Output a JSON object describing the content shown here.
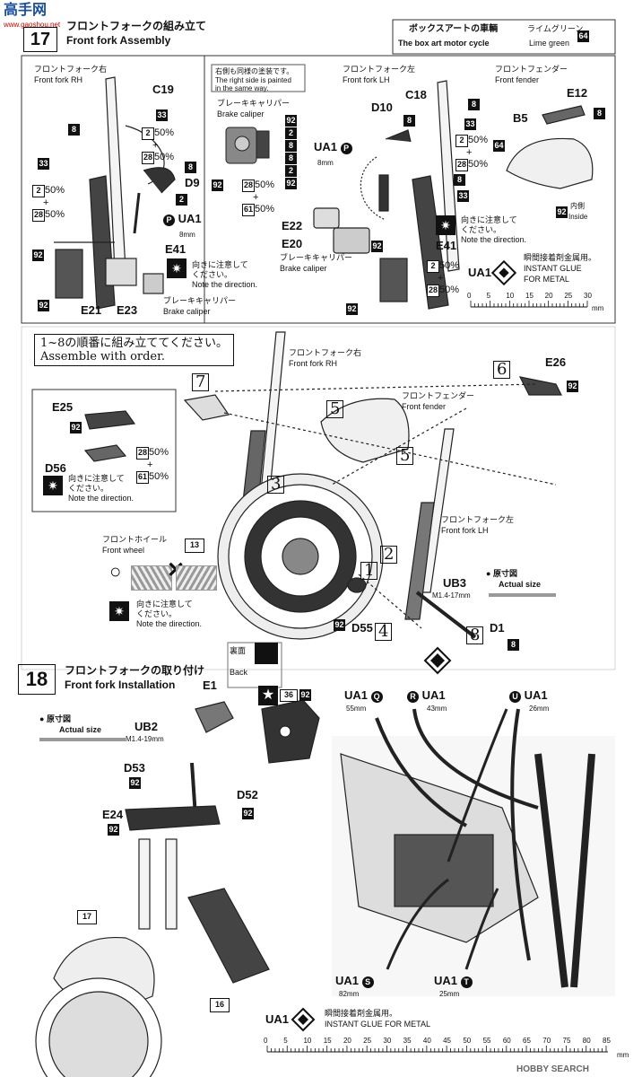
{
  "watermark_top": {
    "chars": "高手网",
    "url": "www.gaoshou.net"
  },
  "step17": {
    "num": "17",
    "title_jp": "フロントフォークの組み立て",
    "title_en": "Front fork Assembly",
    "boxart": {
      "jp": "ボックスアートの車輌",
      "en": "The box art motor cycle",
      "color_jp": "ライムグリーン",
      "color_en": "Lime green",
      "color_code": "64"
    },
    "fork_rh": {
      "jp": "フロントフォーク右",
      "en": "Front fork RH",
      "part": "C19"
    },
    "fork_lh": {
      "jp": "フロントフォーク左",
      "en": "Front fork LH",
      "part": "C18"
    },
    "fender": {
      "jp": "フロントフェンダー",
      "en": "Front fender",
      "part": "B5",
      "part2": "E12",
      "inside_jp": "内側",
      "inside_en": "Inside"
    },
    "caliper_note": {
      "jp1": "右側も同様の塗装です。",
      "en1": "The right side is painted",
      "en2": "in the same way.",
      "jp2": "ブレーキキャリパー",
      "en3": "Brake caliper"
    },
    "parts": {
      "d9": "D9",
      "d10": "D10",
      "e41": "E41",
      "e21": "E21",
      "e23": "E23",
      "e22": "E22",
      "e20": "E20",
      "ua1": "UA1",
      "p": "P",
      "ua1_len": "8mm"
    },
    "mix1": {
      "a": "2",
      "ap": "50%",
      "plus": "+",
      "b": "28",
      "bp": "50%"
    },
    "mix_caliper": {
      "a": "28",
      "ap": "50%",
      "plus": "+",
      "b": "61",
      "bp": "50%"
    },
    "direction_jp1": "向きに注意して",
    "direction_jp2": "ください。",
    "direction_en": "Note the direction.",
    "brake_caliper_jp": "ブレーキキャリパー",
    "brake_caliper_en": "Brake caliper",
    "glue": {
      "jp": "瞬間接着剤金属用。",
      "en1": "INSTANT GLUE",
      "en2": "FOR METAL"
    },
    "ruler": {
      "ticks": [
        "0",
        "5",
        "10",
        "15",
        "20",
        "25",
        "30"
      ],
      "unit": "mm"
    }
  },
  "middle": {
    "order_jp": "1~8の順番に組み立ててください。",
    "order_en": "Assemble with order.",
    "fork_rh_jp": "フロントフォーク右",
    "fork_rh_en": "Front fork RH",
    "fender_jp": "フロントフェンダー",
    "fender_en": "Front fender",
    "fork_lh_jp": "フロントフォーク左",
    "fork_lh_en": "Front fork LH",
    "wheel_jp": "フロントホイール",
    "wheel_en": "Front wheel",
    "wheel_step": "13",
    "e25": "E25",
    "d56": "D56",
    "e26": "E26",
    "d55": "D55",
    "ub3": "UB3",
    "ub3_size": "M1.4-17mm",
    "d1": "D1",
    "actual_jp": "原寸図",
    "actual_en": "Actual size",
    "steps": [
      "1",
      "2",
      "3",
      "4",
      "5",
      "5",
      "6",
      "7",
      "8"
    ]
  },
  "step18": {
    "num": "18",
    "title_jp": "フロントフォークの取り付け",
    "title_en": "Front fork Installation",
    "e1": "E1",
    "back_jp": "裏面",
    "back_en": "Back",
    "star_a": "36",
    "star_b": "92",
    "ub2": "UB2",
    "ub2_size": "M1.4-19mm",
    "d53": "D53",
    "d52": "D52",
    "e24": "E24",
    "step17": "17",
    "step16": "16",
    "ua1_q": {
      "label": "UA1",
      "letter": "Q",
      "len": "55mm"
    },
    "ua1_r": {
      "label": "UA1",
      "letter": "R",
      "len": "43mm"
    },
    "ua1_u": {
      "label": "UA1",
      "letter": "U",
      "len": "26mm"
    },
    "ua1_s": {
      "label": "UA1",
      "letter": "S",
      "len": "82mm"
    },
    "ua1_t": {
      "label": "UA1",
      "letter": "T",
      "len": "25mm"
    },
    "actual_jp": "原寸図",
    "actual_en": "Actual size",
    "glue": {
      "label": "UA1",
      "jp": "瞬間接着剤金属用。",
      "en": "INSTANT GLUE  FOR METAL"
    },
    "ruler": {
      "ticks": [
        "0",
        "5",
        "10",
        "15",
        "20",
        "25",
        "30",
        "35",
        "40",
        "45",
        "50",
        "55",
        "60",
        "65",
        "70",
        "75",
        "80",
        "85"
      ],
      "unit": "mm"
    }
  },
  "footer_watermark": "HOBBY SEARCH"
}
